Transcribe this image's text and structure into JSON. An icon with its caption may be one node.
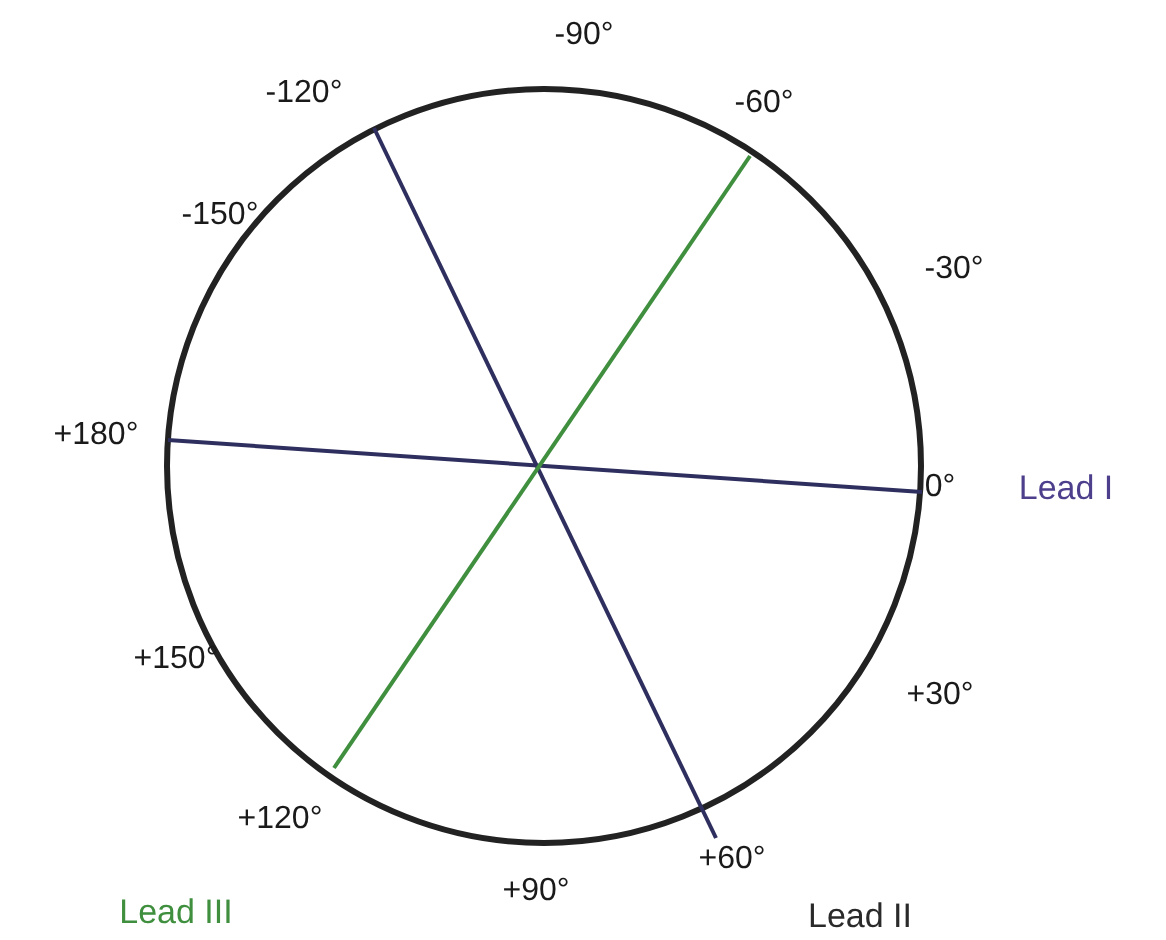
{
  "diagram": {
    "nodes": [
      {
        "text": [
          "-120°"
        ]
      },
      {
        "text": [
          "-60°"
        ]
      },
      {
        "text": [
          "+180°"
        ]
      },
      {
        "text": [
          "0°"
        ],
        "beside": [
          "Lead I"
        ]
      },
      {
        "text": [
          "+120°"
        ],
        "beside": [
          "Lead III"
        ]
      },
      {
        "text": [
          "+60°"
        ],
        "beside": [
          "Lead II"
        ]
      }
    ],
    "edges": [
      {
        "from": 2,
        "to": 3,
        "arrow": "none"
      },
      {
        "from": 0,
        "to": 5,
        "arrow": "none"
      },
      {
        "from": 1,
        "to": 4,
        "arrow": "none",
        "color": "#3f8f3f"
      }
    ],
    "labels": [
      "-90°",
      "-150°",
      "-30°",
      "+150°",
      "+30°",
      "+90°"
    ]
  }
}
